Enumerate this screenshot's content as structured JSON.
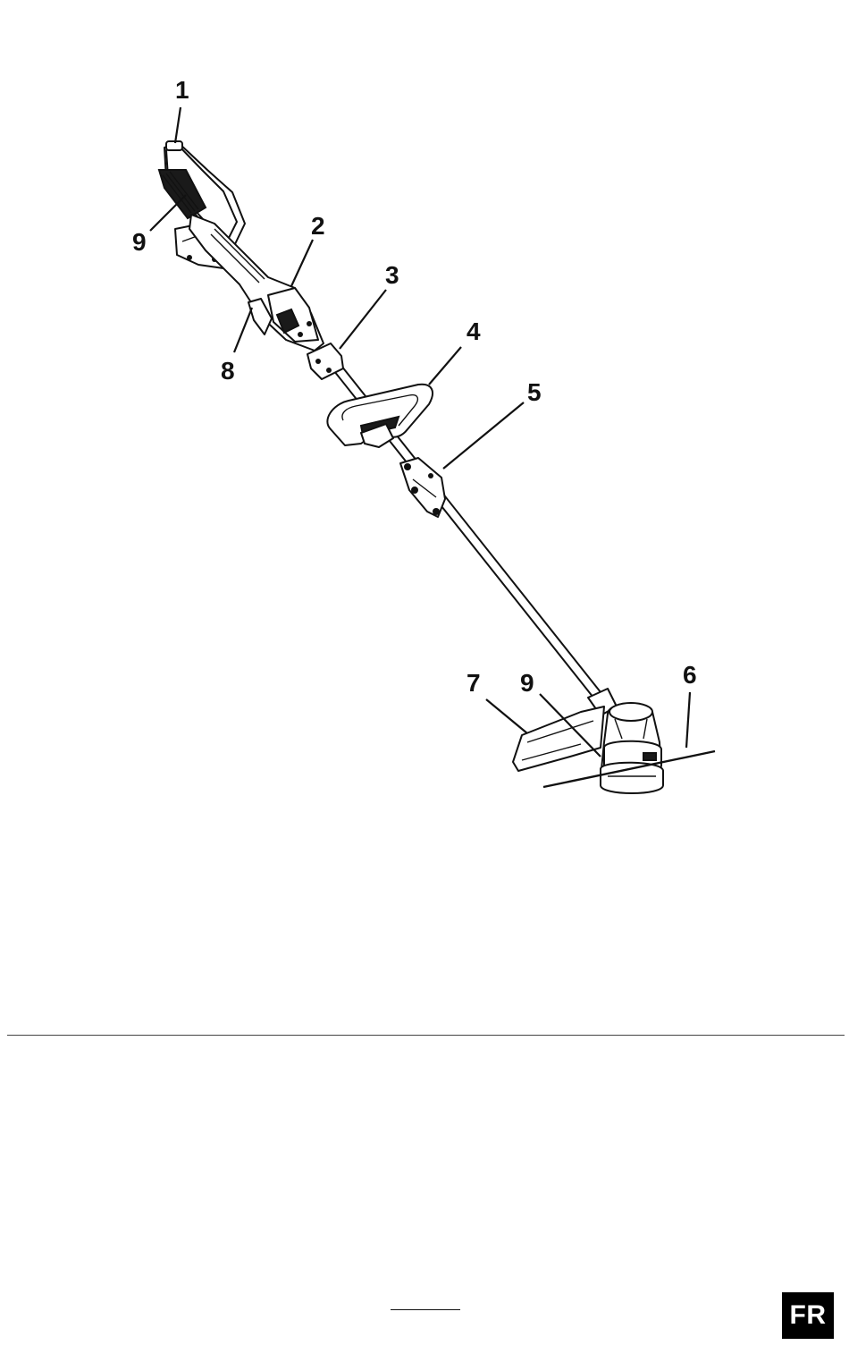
{
  "figure": {
    "callouts": [
      {
        "id": "c1",
        "label": "1"
      },
      {
        "id": "c2",
        "label": "2"
      },
      {
        "id": "c3",
        "label": "3"
      },
      {
        "id": "c4",
        "label": "4"
      },
      {
        "id": "c5",
        "label": "5"
      },
      {
        "id": "c6",
        "label": "6"
      },
      {
        "id": "c7",
        "label": "7"
      },
      {
        "id": "c8",
        "label": "8"
      },
      {
        "id": "c9a",
        "label": "9"
      },
      {
        "id": "c9b",
        "label": "9"
      }
    ]
  },
  "footer": {
    "language_badge": "FR"
  },
  "colors": {
    "ink": "#111111",
    "badge_bg": "#000000",
    "badge_fg": "#ffffff"
  }
}
